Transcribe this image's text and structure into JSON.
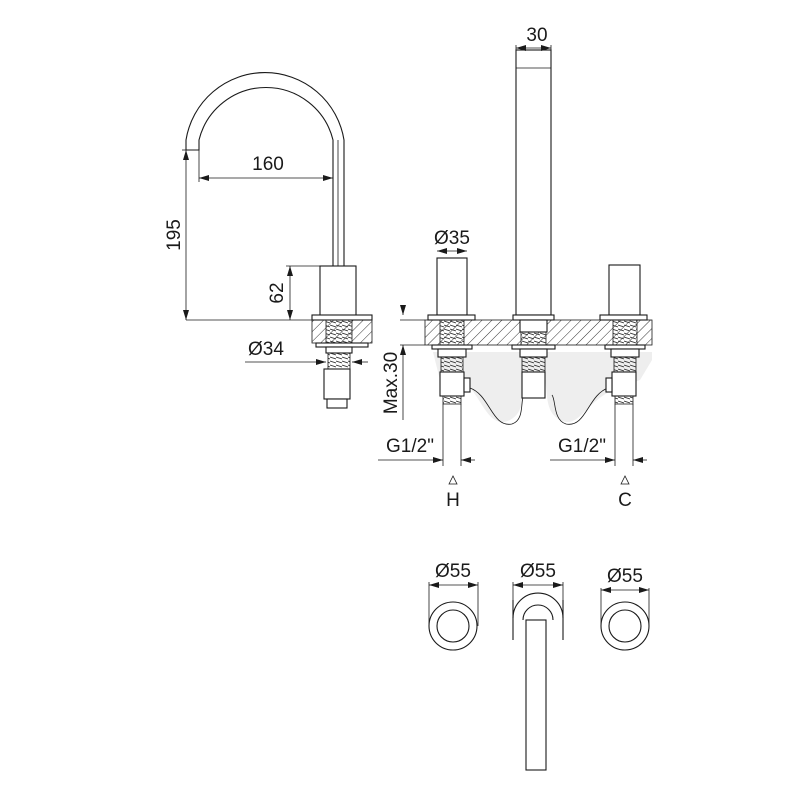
{
  "drawing": {
    "side_view": {
      "spout_reach": "160",
      "spout_height": "195",
      "body_height": "62",
      "base_diameter": "Ø34"
    },
    "front_view": {
      "spout_width": "30",
      "handle_diameter": "Ø35",
      "max_deck_thickness": "Max.30",
      "hot_connection": "G1/2\"",
      "cold_connection": "G1/2\"",
      "hot_label": "H",
      "cold_label": "C"
    },
    "top_view": {
      "left_rosette": "Ø55",
      "center_rosette": "Ø55",
      "right_rosette": "Ø55"
    }
  },
  "colors": {
    "line": "#1a1a1a",
    "shade": "#eeeeee"
  }
}
